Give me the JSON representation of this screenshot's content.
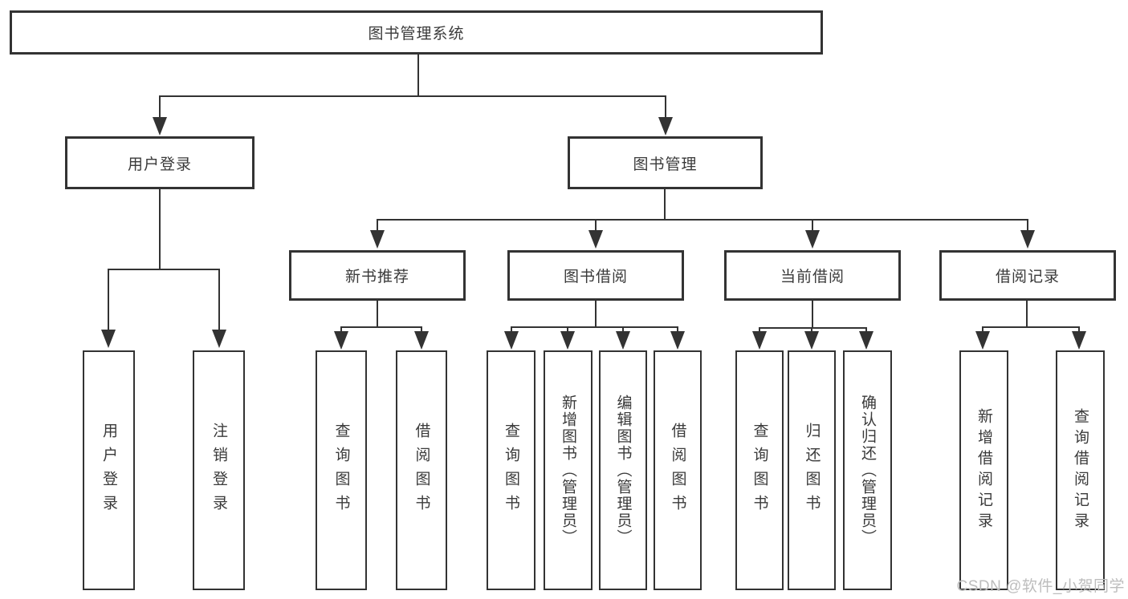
{
  "tree": {
    "root": "图书管理系统",
    "user_login": {
      "label": "用户登录",
      "children": {
        "login": "用户登录",
        "logout": "注销登录"
      }
    },
    "book_mgmt": {
      "label": "图书管理",
      "new_book": {
        "label": "新书推荐",
        "children": {
          "query": "查询图书",
          "borrow": "借阅图书"
        }
      },
      "book_borrow": {
        "label": "图书借阅",
        "children": {
          "query": "查询图书",
          "add": "新增图书（管理员）",
          "edit": "编辑图书（管理员）",
          "borrow": "借阅图书"
        }
      },
      "current_borrow": {
        "label": "当前借阅",
        "children": {
          "query": "查询图书",
          "return": "归还图书",
          "confirm": "确认归还（管理员）"
        }
      },
      "borrow_record": {
        "label": "借阅记录",
        "children": {
          "add": "新增借阅记录",
          "query": "查询借阅记录"
        }
      }
    }
  },
  "watermark": {
    "text": "CSDN @软件_小贺同学"
  },
  "colors": {
    "line": "#333333",
    "box_border": "#333333",
    "text": "#3a3a3a",
    "background": "#ffffff",
    "watermark": "#bdbdbd"
  }
}
